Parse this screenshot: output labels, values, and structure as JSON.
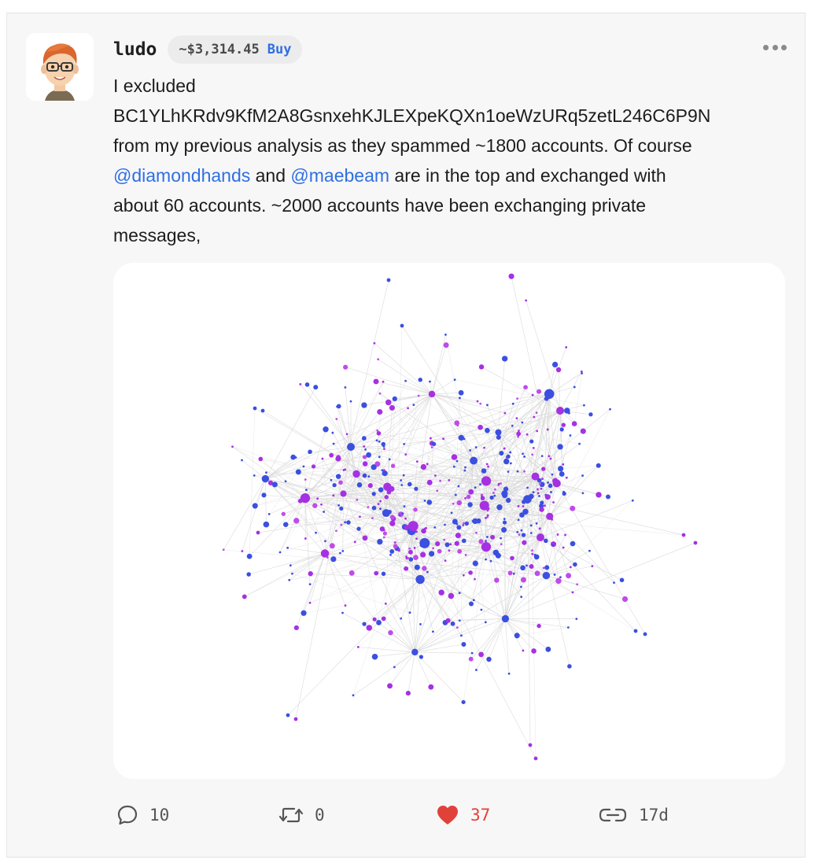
{
  "post": {
    "author": "ludo",
    "coin_price": "~$3,314.45",
    "buy_label": "Buy",
    "text": {
      "line1": "I excluded",
      "line2": "BC1YLhKRdv9KfM2A8GsnxehKJLEXpeKQXn1oeWzURq5zetL246C6P9N",
      "line3": "from my previous analysis as they spammed ~1800 accounts. Of course",
      "mention1": "@diamondhands",
      "connector": " and ",
      "mention2": "@maebeam",
      "line4_rest": " are in the top and exchanged with",
      "line5": "about 60 accounts. ~2000 accounts have been exchanging private",
      "line6": "messages,"
    },
    "image": {
      "kind": "network-graph",
      "node_colors": [
        "#3b4fe0",
        "#a630e3",
        "#c04bea"
      ],
      "edge_color": "#d8d8d8"
    },
    "actions": {
      "comments": "10",
      "reposts": "0",
      "likes": "37",
      "age": "17d"
    },
    "colors": {
      "link": "#2f6fe4",
      "like": "#e0423a",
      "background": "#f7f7f7"
    },
    "icons": {
      "comment": "comment-icon",
      "repost": "repost-icon",
      "like": "heart-icon",
      "link": "link-icon",
      "more": "more-options-icon"
    }
  }
}
